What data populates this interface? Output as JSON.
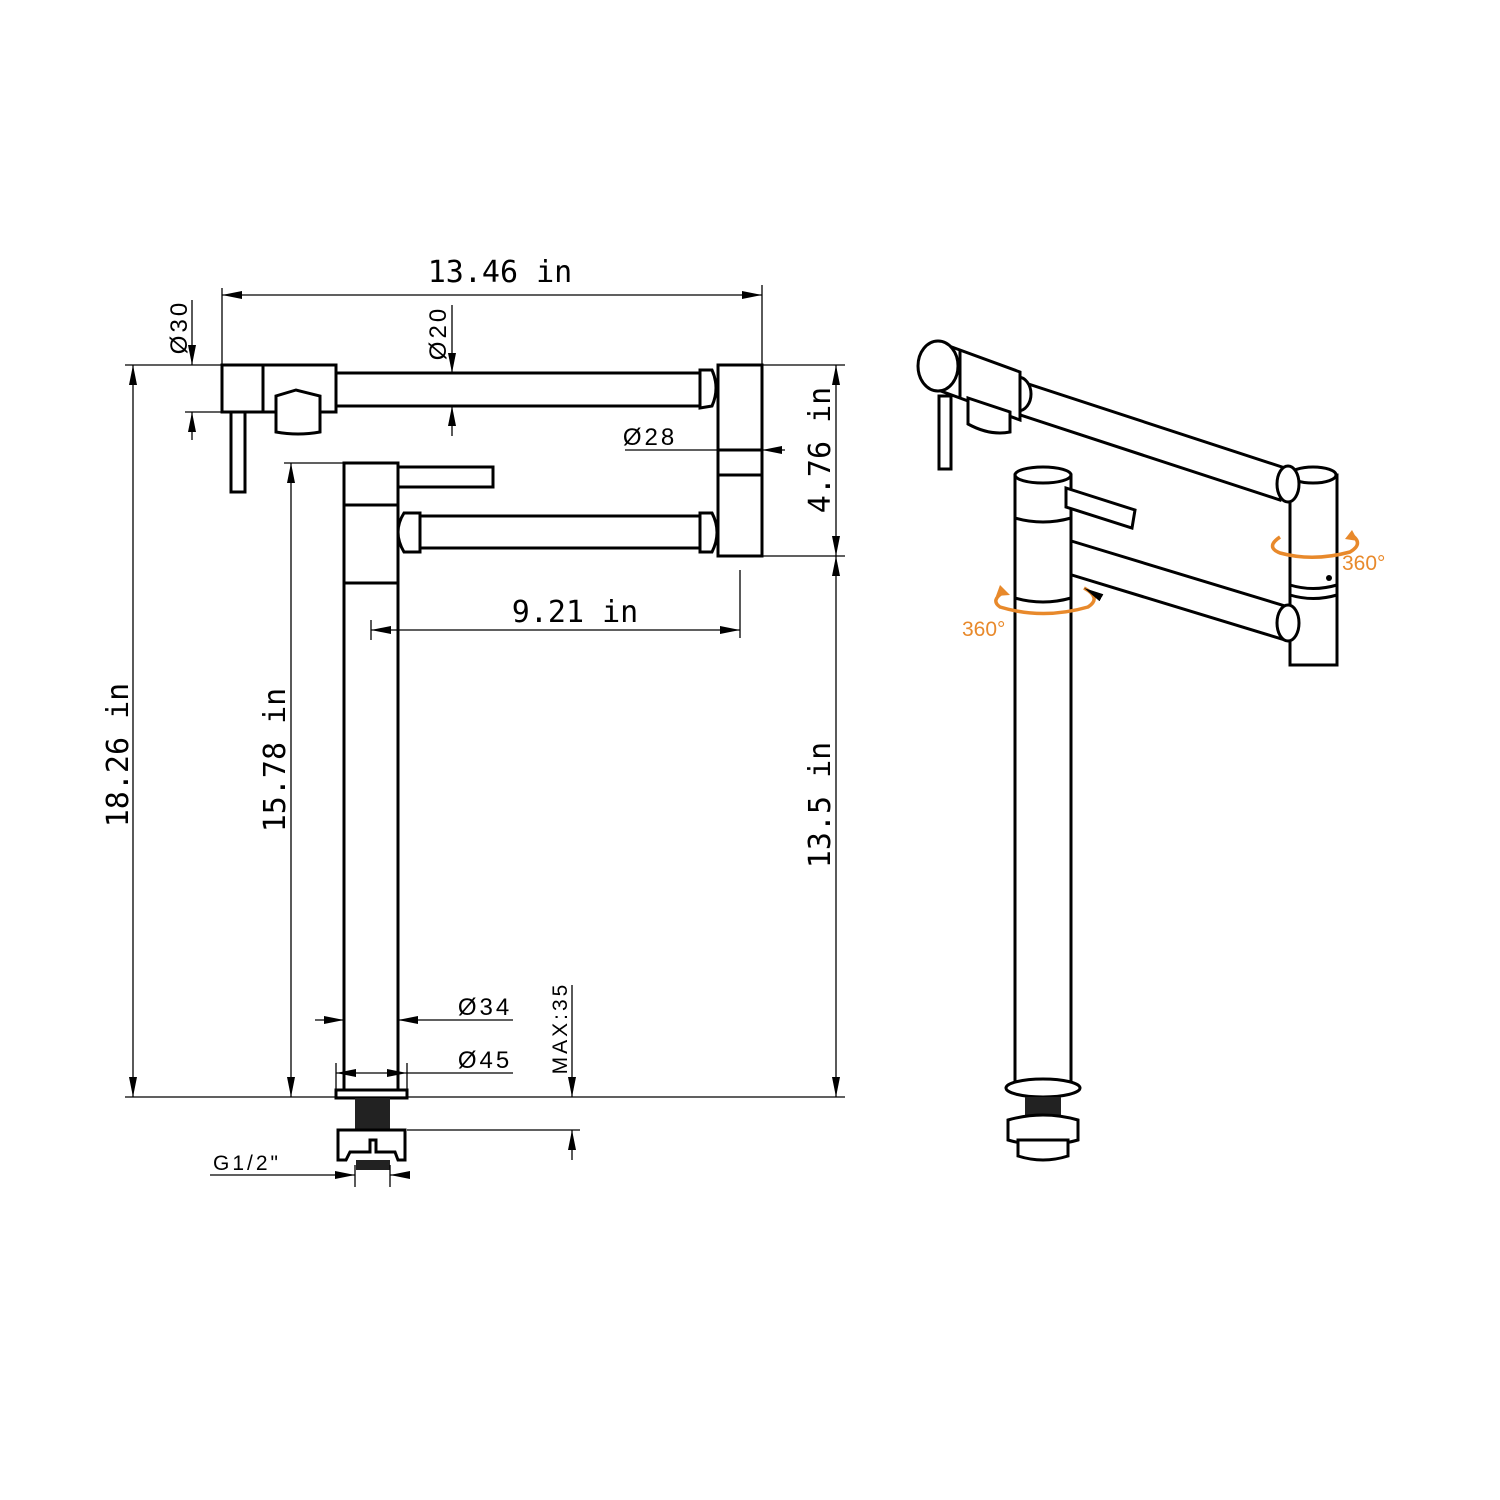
{
  "accent_color": "#e8892b",
  "dimensions": {
    "overall_width": "13.46 in",
    "overall_height": "18.26 in",
    "spout_height": "15.78 in",
    "lower_height": "13.5 in",
    "arm_gap": "4.76 in",
    "lower_arm_reach": "9.21 in",
    "body_diameter": "Ø30",
    "upper_arm_diameter": "Ø20",
    "joint_diameter": "Ø28",
    "column_diameter": "Ø34",
    "flange_diameter": "Ø45",
    "max_deck_thickness": "MAX:35",
    "thread": "G1/2\""
  },
  "rotation_labels": {
    "column": "360°",
    "joint": "360°"
  }
}
